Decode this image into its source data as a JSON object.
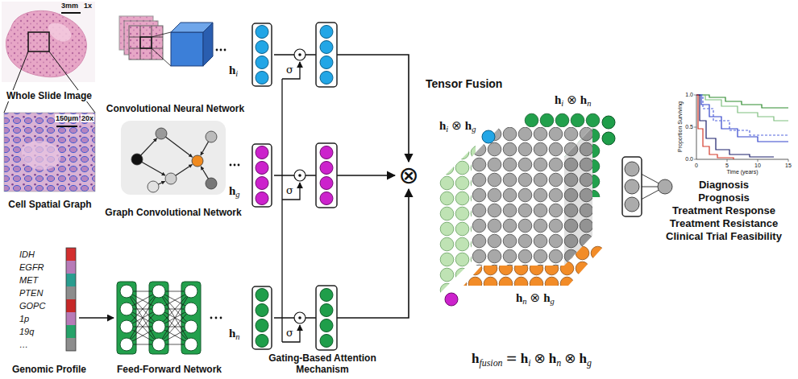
{
  "diagram": {
    "nodes": [
      {
        "text": [
          "Whole Slide Image"
        ]
      },
      {
        "text": [
          "Cell Spatial Graph"
        ]
      },
      {
        "text": [
          "Genomic Profile"
        ]
      },
      {
        "text": [
          "Convolutional Neural Network"
        ]
      },
      {
        "text": [
          "Graph Convolutional Network"
        ]
      },
      {
        "text": [
          "Feed-Forward Network"
        ]
      },
      {
        "text": [
          "h",
          "i"
        ]
      },
      {
        "text": [
          "h",
          "g"
        ]
      },
      {
        "text": [
          "h",
          "n"
        ]
      },
      {
        "text": [
          "⊗"
        ]
      },
      {
        "text": [
          "Tensor Fusion"
        ]
      }
    ],
    "edges": [
      {
        "from": 6,
        "to": 9,
        "arrow": "to"
      },
      {
        "from": 7,
        "to": 9,
        "arrow": "to"
      },
      {
        "from": 8,
        "to": 9,
        "arrow": "to"
      }
    ],
    "labels": [
      "3mm",
      "1x",
      "150µm",
      "20x",
      "IDH",
      "EGFR",
      "MET",
      "PTEN",
      "GOPC",
      "1p",
      "19q",
      "…",
      "σ",
      "σ",
      "σ",
      "Gating-Based Attention Mechanism",
      "h",
      "i",
      "⊗",
      "h",
      "g",
      "h",
      "i",
      "⊗",
      "h",
      "n",
      "h",
      "n",
      "⊗",
      "h",
      "g",
      "h",
      "fusion",
      "=",
      "h",
      "i",
      "⊗",
      "h",
      "n",
      "⊗",
      "h",
      "g",
      "1.0",
      "0.5",
      "0.0",
      "0",
      "5",
      "10",
      "15",
      "Proportion Surviving",
      "Time (years)",
      "Diagnosis",
      "Prognosis",
      "Treatment Response",
      "Treatment Resistance",
      "Clinical Trial Feasibility"
    ]
  }
}
